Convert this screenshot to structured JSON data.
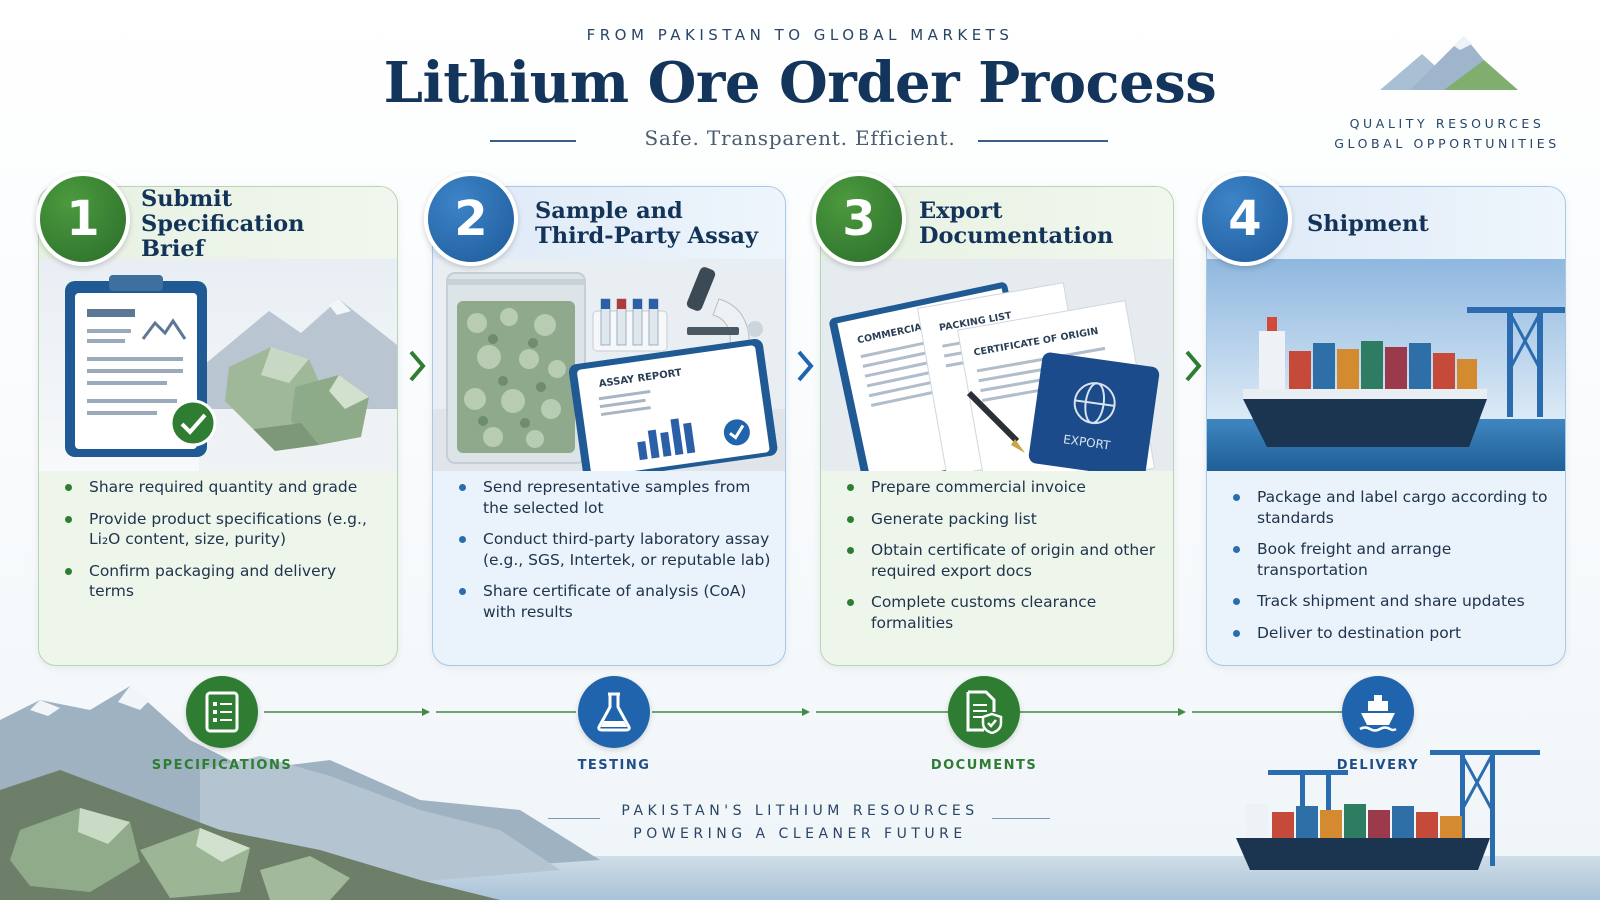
{
  "header": {
    "kicker": "FROM PAKISTAN TO GLOBAL MARKETS",
    "title": "Lithium Ore Order Process",
    "tagline": "Safe. Transparent. Efficient."
  },
  "brand": {
    "line1": "QUALITY RESOURCES",
    "line2": "GLOBAL OPPORTUNITIES"
  },
  "steps": [
    {
      "number": "1",
      "title_line1": "Submit Specification",
      "title_line2": "Brief",
      "bullets": [
        "Share required quantity and grade",
        "Provide product specifications (e.g., Li₂O content, size, purity)",
        "Confirm packaging and delivery terms"
      ]
    },
    {
      "number": "2",
      "title_line1": "Sample and",
      "title_line2": "Third-Party Assay",
      "img_label": "ASSAY REPORT",
      "bullets": [
        "Send representative samples from the selected lot",
        "Conduct third-party laboratory assay (e.g., SGS, Intertek, or reputable lab)",
        "Share certificate of analysis (CoA) with results"
      ]
    },
    {
      "number": "3",
      "title_line1": "Export Documentation",
      "title_line2": "",
      "img_doc1": "COMMERCIAL INVOICE",
      "img_doc2": "PACKING LIST",
      "img_doc3": "CERTIFICATE OF ORIGIN",
      "img_passport": "EXPORT",
      "bullets": [
        "Prepare commercial invoice",
        "Generate packing list",
        "Obtain certificate of origin and other required export docs",
        "Complete customs clearance formalities"
      ]
    },
    {
      "number": "4",
      "title_line1": "Shipment",
      "title_line2": "",
      "bullets": [
        "Package and label cargo according to standards",
        "Book freight and arrange transportation",
        "Track shipment and share updates",
        "Deliver to destination port"
      ]
    }
  ],
  "timeline": [
    {
      "label": "SPECIFICATIONS",
      "icon": "document-list-icon"
    },
    {
      "label": "TESTING",
      "icon": "flask-icon"
    },
    {
      "label": "DOCUMENTS",
      "icon": "document-shield-icon"
    },
    {
      "label": "DELIVERY",
      "icon": "ship-icon"
    }
  ],
  "footer": {
    "line1": "PAKISTAN'S LITHIUM RESOURCES",
    "line2": "POWERING A CLEANER FUTURE"
  },
  "colors": {
    "green": "#2e7d32",
    "blue": "#1f64ad",
    "navy": "#13355c"
  }
}
